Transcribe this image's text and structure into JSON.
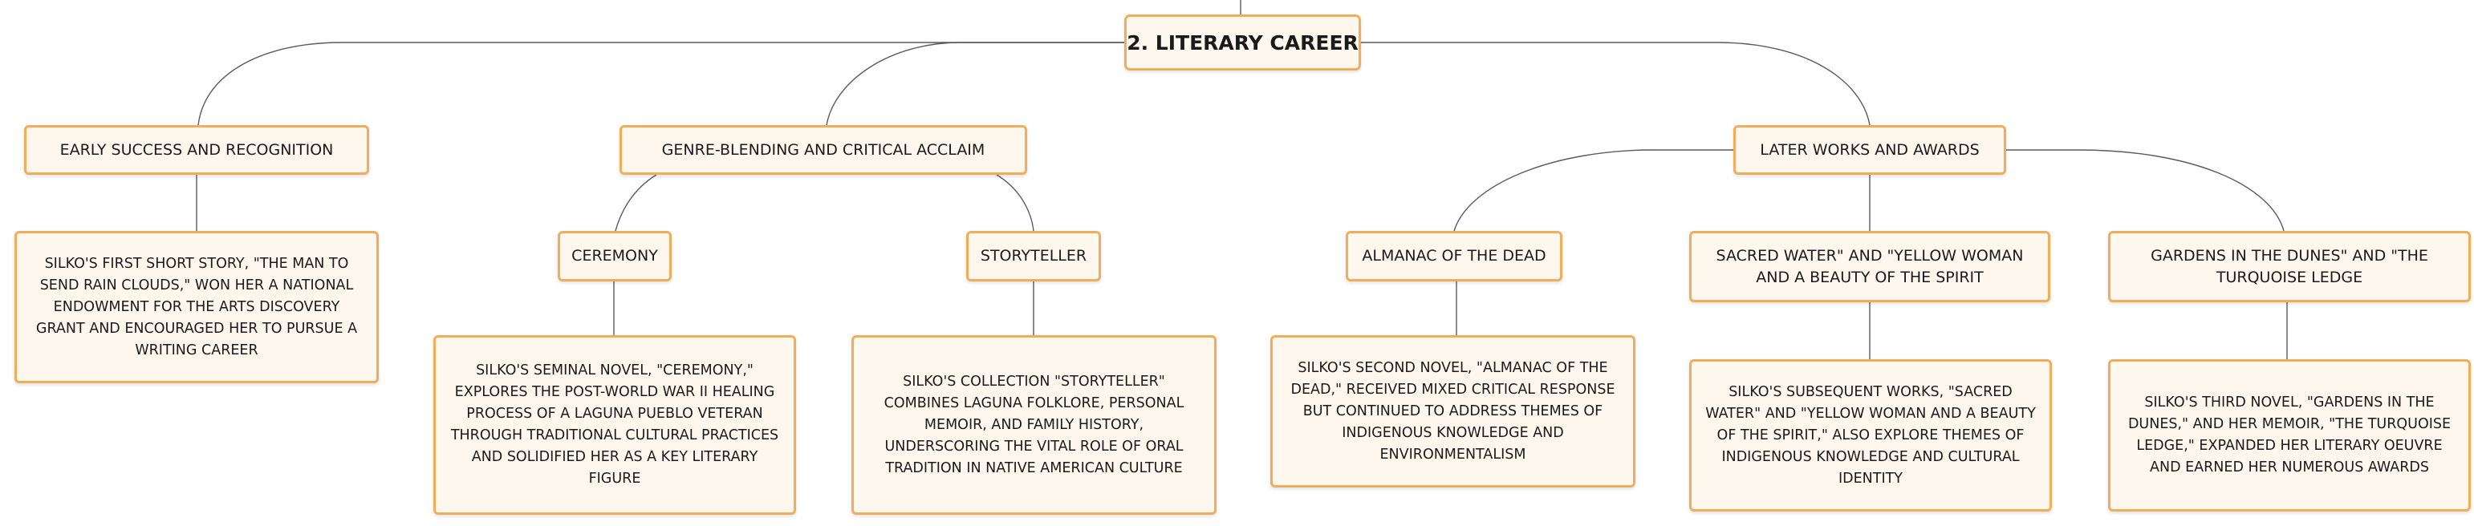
{
  "root": {
    "label": "2. LITERARY CAREER"
  },
  "branches": {
    "early": {
      "label": "EARLY SUCCESS AND RECOGNITION",
      "detail": "SILKO'S FIRST SHORT STORY, \"THE MAN TO SEND RAIN CLOUDS,\" WON HER A NATIONAL ENDOWMENT FOR THE ARTS DISCOVERY GRANT AND ENCOURAGED HER TO PURSUE A WRITING CAREER"
    },
    "genre": {
      "label": "GENRE-BLENDING AND CRITICAL ACCLAIM",
      "ceremony": {
        "label": "CEREMONY",
        "detail": "SILKO'S SEMINAL NOVEL, \"CEREMONY,\" EXPLORES THE POST-WORLD WAR II HEALING PROCESS OF A LAGUNA PUEBLO VETERAN THROUGH TRADITIONAL CULTURAL PRACTICES AND SOLIDIFIED HER AS A KEY LITERARY FIGURE"
      },
      "storyteller": {
        "label": "STORYTELLER",
        "detail": "SILKO'S COLLECTION \"STORYTELLER\" COMBINES LAGUNA FOLKLORE, PERSONAL MEMOIR, AND FAMILY HISTORY, UNDERSCORING THE VITAL ROLE OF ORAL TRADITION IN NATIVE AMERICAN CULTURE"
      }
    },
    "later": {
      "label": "LATER WORKS AND AWARDS",
      "almanac": {
        "label": "ALMANAC OF THE DEAD",
        "detail": "SILKO'S SECOND NOVEL, \"ALMANAC OF THE DEAD,\" RECEIVED MIXED CRITICAL RESPONSE BUT CONTINUED TO ADDRESS THEMES OF INDIGENOUS KNOWLEDGE AND ENVIRONMENTALISM"
      },
      "sacred": {
        "label": "SACRED WATER\" AND \"YELLOW WOMAN AND A BEAUTY OF THE SPIRIT",
        "detail": "SILKO'S SUBSEQUENT WORKS, \"SACRED WATER\" AND \"YELLOW WOMAN AND A BEAUTY OF THE SPIRIT,\" ALSO EXPLORE THEMES OF INDIGENOUS KNOWLEDGE AND CULTURAL IDENTITY"
      },
      "gardens": {
        "label": "GARDENS IN THE DUNES\" AND \"THE TURQUOISE LEDGE",
        "detail": "SILKO'S THIRD NOVEL, \"GARDENS IN THE DUNES,\" AND HER MEMOIR, \"THE TURQUOISE LEDGE,\" EXPANDED HER LITERARY OEUVRE AND EARNED HER NUMEROUS AWARDS"
      }
    }
  },
  "colors": {
    "node_fill": "#fef7ee",
    "node_border": "#f0ad5c",
    "connector": "#5a5a5a"
  }
}
